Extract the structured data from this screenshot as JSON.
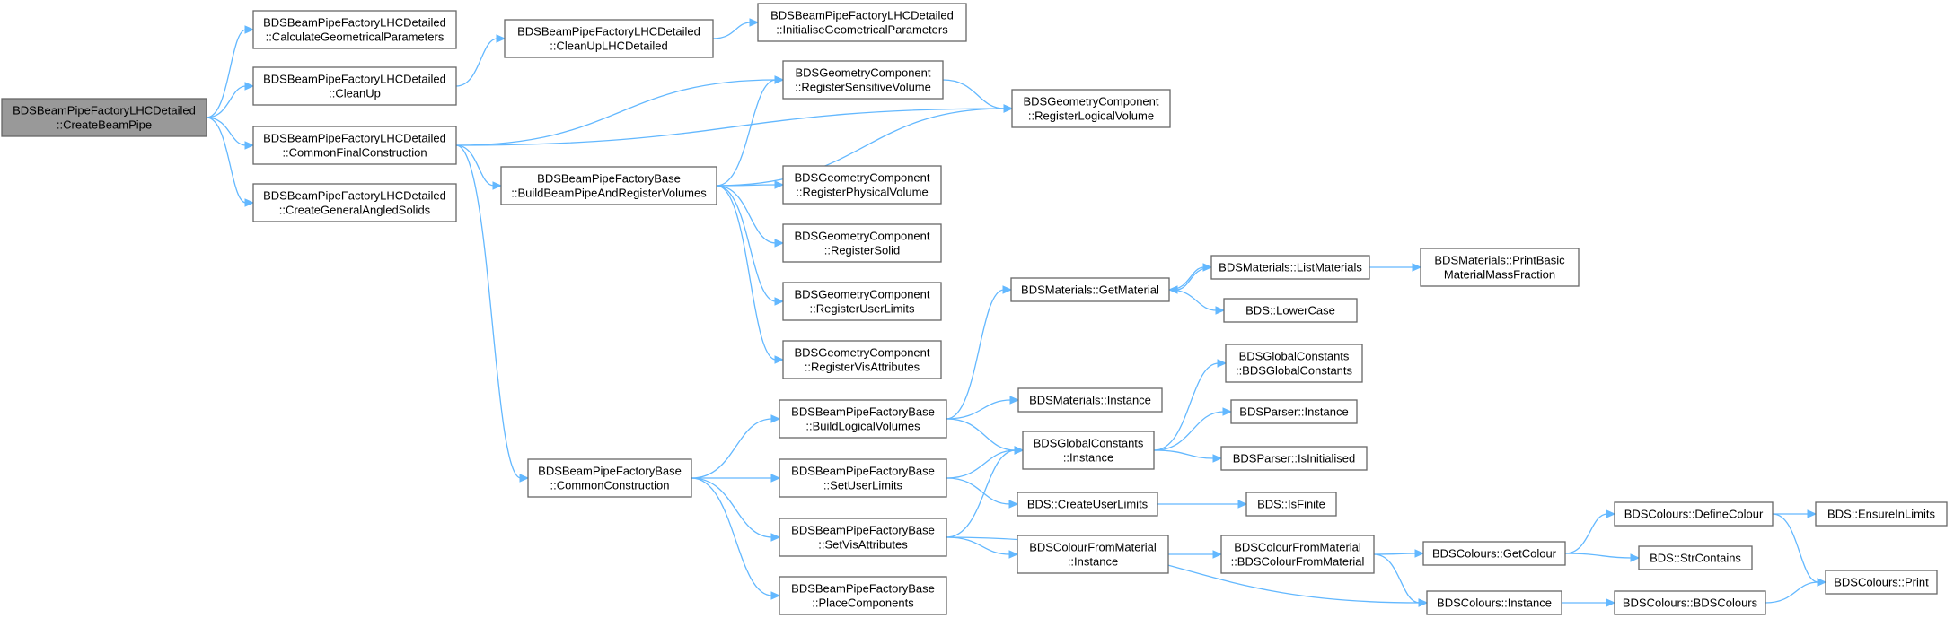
{
  "colors": {
    "edge": "#63b8ff",
    "node_border": "#666666",
    "root_fill": "#999999",
    "node_fill": "#ffffff"
  },
  "nodes": {
    "root": [
      "BDSBeamPipeFactoryLHCDetailed",
      "::CreateBeamPipe"
    ],
    "calcGeom": [
      "BDSBeamPipeFactoryLHCDetailed",
      "::CalculateGeometricalParameters"
    ],
    "cleanUp": [
      "BDSBeamPipeFactoryLHCDetailed",
      "::CleanUp"
    ],
    "commonFinal": [
      "BDSBeamPipeFactoryLHCDetailed",
      "::CommonFinalConstruction"
    ],
    "createAngled": [
      "BDSBeamPipeFactoryLHCDetailed",
      "::CreateGeneralAngledSolids"
    ],
    "cleanUpLHC": [
      "BDSBeamPipeFactoryLHCDetailed",
      "::CleanUpLHCDetailed"
    ],
    "initGeom": [
      "BDSBeamPipeFactoryLHCDetailed",
      "::InitialiseGeometricalParameters"
    ],
    "buildRegister": [
      "BDSBeamPipeFactoryBase",
      "::BuildBeamPipeAndRegisterVolumes"
    ],
    "regSensitive": [
      "BDSGeometryComponent",
      "::RegisterSensitiveVolume"
    ],
    "regLogical": [
      "BDSGeometryComponent",
      "::RegisterLogicalVolume"
    ],
    "regPhysical": [
      "BDSGeometryComponent",
      "::RegisterPhysicalVolume"
    ],
    "regSolid": [
      "BDSGeometryComponent",
      "::RegisterSolid"
    ],
    "regUserLimits": [
      "BDSGeometryComponent",
      "::RegisterUserLimits"
    ],
    "regVis": [
      "BDSGeometryComponent",
      "::RegisterVisAttributes"
    ],
    "commonConstruction": [
      "BDSBeamPipeFactoryBase",
      "::CommonConstruction"
    ],
    "buildLogical": [
      "BDSBeamPipeFactoryBase",
      "::BuildLogicalVolumes"
    ],
    "setUserLimits": [
      "BDSBeamPipeFactoryBase",
      "::SetUserLimits"
    ],
    "setVis": [
      "BDSBeamPipeFactoryBase",
      "::SetVisAttributes"
    ],
    "placeComponents": [
      "BDSBeamPipeFactoryBase",
      "::PlaceComponents"
    ],
    "getMaterial": [
      "BDSMaterials::GetMaterial"
    ],
    "listMaterials": [
      "BDSMaterials::ListMaterials"
    ],
    "printBasic": [
      "BDSMaterials::PrintBasic",
      "MaterialMassFraction"
    ],
    "lowerCase": [
      "BDS::LowerCase"
    ],
    "matInstance": [
      "BDSMaterials::Instance"
    ],
    "gcInstance": [
      "BDSGlobalConstants",
      "::Instance"
    ],
    "gcCtor": [
      "BDSGlobalConstants",
      "::BDSGlobalConstants"
    ],
    "parserInstance": [
      "BDSParser::Instance"
    ],
    "parserInit": [
      "BDSParser::IsInitialised"
    ],
    "createUserLimits": [
      "BDS::CreateUserLimits"
    ],
    "isFinite": [
      "BDS::IsFinite"
    ],
    "cfmInstance": [
      "BDSColourFromMaterial",
      "::Instance"
    ],
    "cfmCtor": [
      "BDSColourFromMaterial",
      "::BDSColourFromMaterial"
    ],
    "getColour": [
      "BDSColours::GetColour"
    ],
    "defineColour": [
      "BDSColours::DefineColour"
    ],
    "ensureInLimits": [
      "BDS::EnsureInLimits"
    ],
    "strContains": [
      "BDS::StrContains"
    ],
    "coloursPrint": [
      "BDSColours::Print"
    ],
    "coloursInstance": [
      "BDSColours::Instance"
    ],
    "coloursCtor": [
      "BDSColours::BDSColours"
    ]
  },
  "edges": [
    [
      "root",
      "calcGeom"
    ],
    [
      "root",
      "cleanUp"
    ],
    [
      "root",
      "commonFinal"
    ],
    [
      "root",
      "createAngled"
    ],
    [
      "cleanUp",
      "cleanUpLHC"
    ],
    [
      "cleanUpLHC",
      "initGeom"
    ],
    [
      "commonFinal",
      "regSensitive"
    ],
    [
      "commonFinal",
      "regLogical"
    ],
    [
      "commonFinal",
      "buildRegister"
    ],
    [
      "commonFinal",
      "commonConstruction"
    ],
    [
      "buildRegister",
      "regSensitive"
    ],
    [
      "buildRegister",
      "regLogical"
    ],
    [
      "buildRegister",
      "regPhysical"
    ],
    [
      "buildRegister",
      "regSolid"
    ],
    [
      "buildRegister",
      "regUserLimits"
    ],
    [
      "buildRegister",
      "regVis"
    ],
    [
      "regSensitive",
      "regLogical"
    ],
    [
      "commonConstruction",
      "buildLogical"
    ],
    [
      "commonConstruction",
      "setUserLimits"
    ],
    [
      "commonConstruction",
      "setVis"
    ],
    [
      "commonConstruction",
      "placeComponents"
    ],
    [
      "buildLogical",
      "getMaterial"
    ],
    [
      "buildLogical",
      "matInstance"
    ],
    [
      "buildLogical",
      "gcInstance"
    ],
    [
      "getMaterial",
      "listMaterials"
    ],
    [
      "getMaterial",
      "lowerCase"
    ],
    [
      "listMaterials",
      "getMaterial"
    ],
    [
      "listMaterials",
      "printBasic"
    ],
    [
      "gcInstance",
      "gcCtor"
    ],
    [
      "gcInstance",
      "parserInstance"
    ],
    [
      "gcInstance",
      "parserInit"
    ],
    [
      "setUserLimits",
      "gcInstance"
    ],
    [
      "setUserLimits",
      "createUserLimits"
    ],
    [
      "createUserLimits",
      "isFinite"
    ],
    [
      "setVis",
      "gcInstance"
    ],
    [
      "setVis",
      "cfmInstance"
    ],
    [
      "setVis",
      "coloursInstance"
    ],
    [
      "cfmInstance",
      "cfmCtor"
    ],
    [
      "cfmCtor",
      "getColour"
    ],
    [
      "cfmCtor",
      "coloursInstance"
    ],
    [
      "getColour",
      "defineColour"
    ],
    [
      "getColour",
      "strContains"
    ],
    [
      "defineColour",
      "ensureInLimits"
    ],
    [
      "defineColour",
      "coloursPrint"
    ],
    [
      "coloursInstance",
      "coloursCtor"
    ],
    [
      "coloursCtor",
      "coloursPrint"
    ]
  ]
}
